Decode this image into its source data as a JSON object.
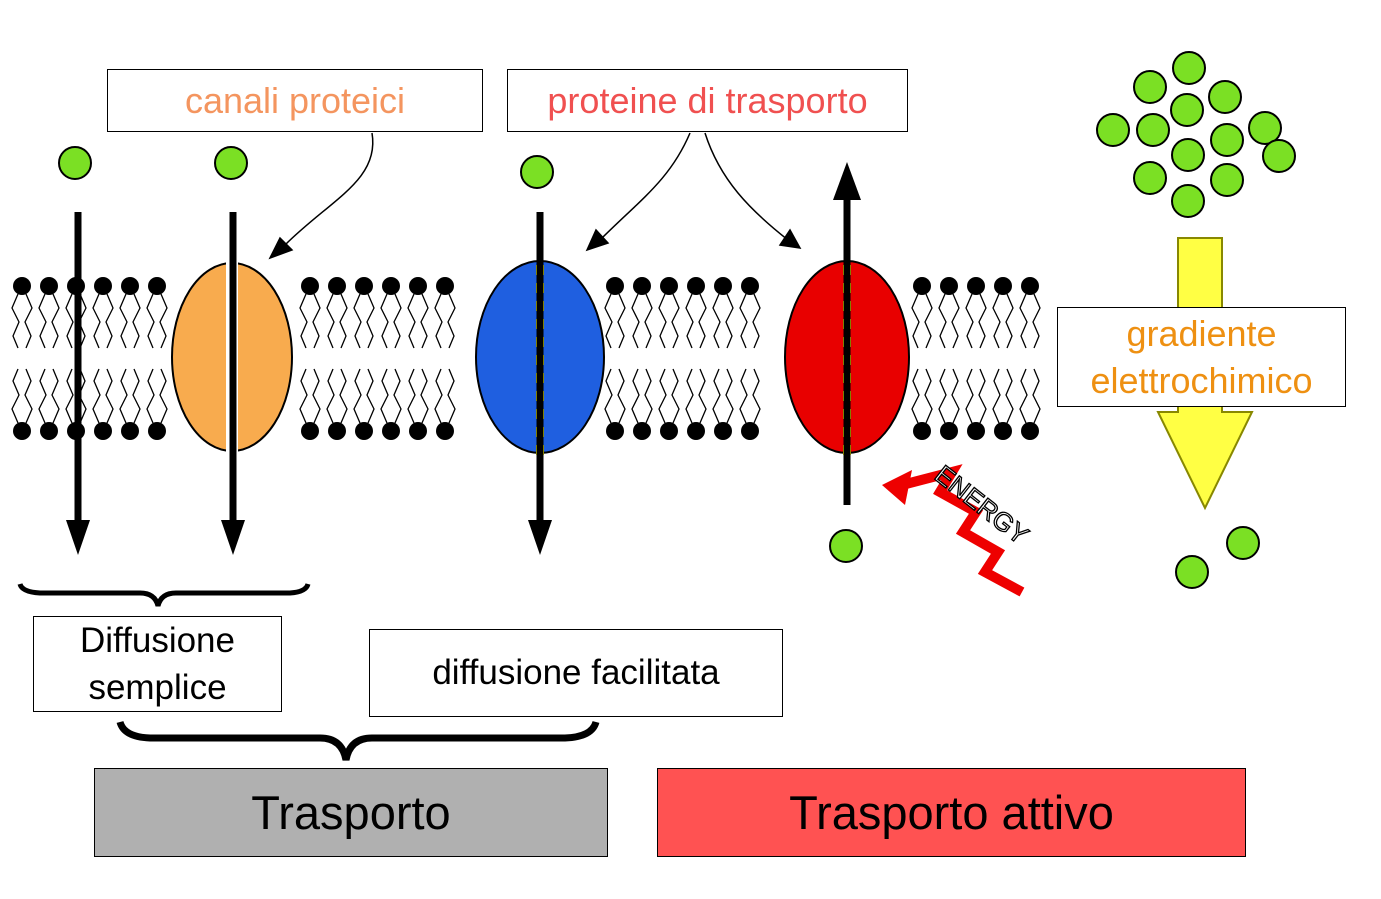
{
  "labels": {
    "canali": "canali proteici",
    "proteine": "proteine di trasporto",
    "gradiente_line1": "gradiente",
    "gradiente_line2": "elettrochimico",
    "energy": "ENERGY",
    "diffusione_line1": "Diffusione",
    "diffusione_line2": "semplice",
    "facilitata": "diffusione facilitata",
    "trasporto": "Trasporto",
    "trasporto_attivo": "Trasporto attivo"
  },
  "colors": {
    "particle": "#7be024",
    "channel_protein": "#f8ab4e",
    "carrier_protein": "#1f5fe0",
    "pump_protein": "#e80000",
    "canali_text": "#f4955f",
    "proteine_text": "#f05050",
    "gradiente_text": "#ee9012",
    "trasporto_fill": "#b0b0b0",
    "trasporto_attivo_fill": "#ff5252",
    "gradient_arrow": "#ffff44",
    "energy_arrow": "#ee0000"
  }
}
